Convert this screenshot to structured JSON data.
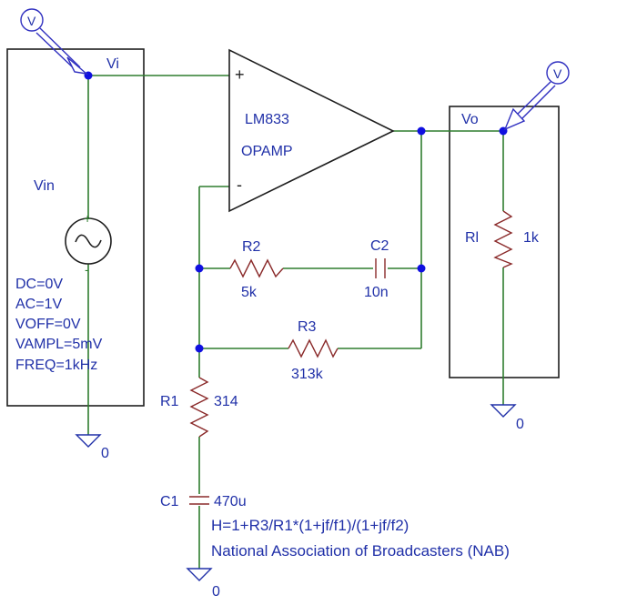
{
  "probes": {
    "probe_in": "V",
    "probe_out": "V"
  },
  "nets": {
    "vi": "Vi",
    "vo": "Vo"
  },
  "opamp": {
    "part": "LM833",
    "type": "OPAMP",
    "plus": "+",
    "minus": "-"
  },
  "source": {
    "name": "Vin",
    "plus": "+",
    "minus": "-",
    "params": [
      "DC=0V",
      "AC=1V",
      "VOFF=0V",
      "VAMPL=5mV",
      "FREQ=1kHz"
    ]
  },
  "components": {
    "r2": {
      "name": "R2",
      "value": "5k"
    },
    "c2": {
      "name": "C2",
      "value": "10n"
    },
    "r3": {
      "name": "R3",
      "value": "313k"
    },
    "r1": {
      "name": "R1",
      "value": "314"
    },
    "c1": {
      "name": "C1",
      "value": "470u"
    },
    "rl": {
      "name": "Rl",
      "value": "1k"
    }
  },
  "grounds": {
    "g1": "0",
    "g2": "0",
    "g3": "0"
  },
  "notes": {
    "formula": "H=1+R3/R1*(1+jf/f1)/(1+jf/f2)",
    "description": "National Association of Broadcasters (NAB)"
  },
  "colors": {
    "wire": "#2f7d2f",
    "label": "#2030a8",
    "node": "#1010e0"
  }
}
